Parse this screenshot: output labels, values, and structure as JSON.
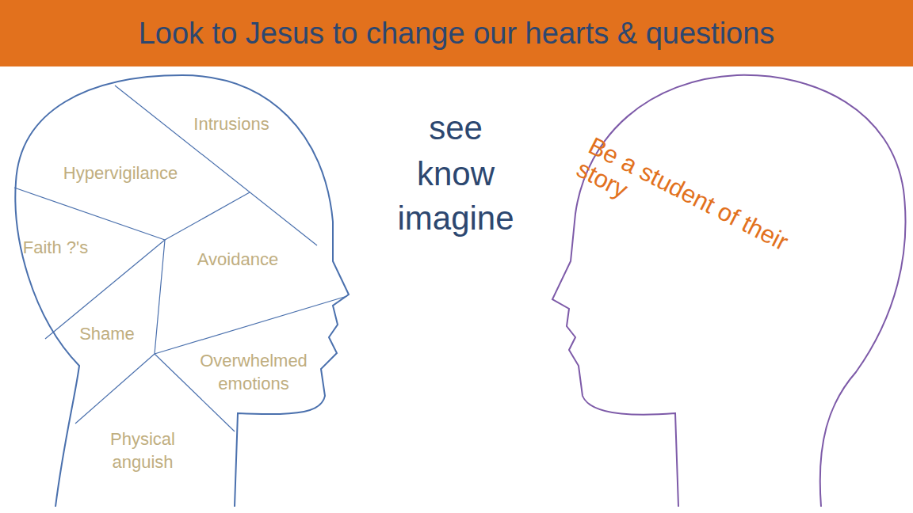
{
  "diagram": {
    "title": "Look to Jesus to change our hearts & questions",
    "labels": [
      "Intrusions",
      "Hypervigilance",
      "Faith ?'s",
      "Avoidance",
      "Shame",
      "Overwhelmed emotions",
      "Physical anguish",
      "see",
      "know",
      "imagine",
      "Be a student of their story"
    ]
  }
}
